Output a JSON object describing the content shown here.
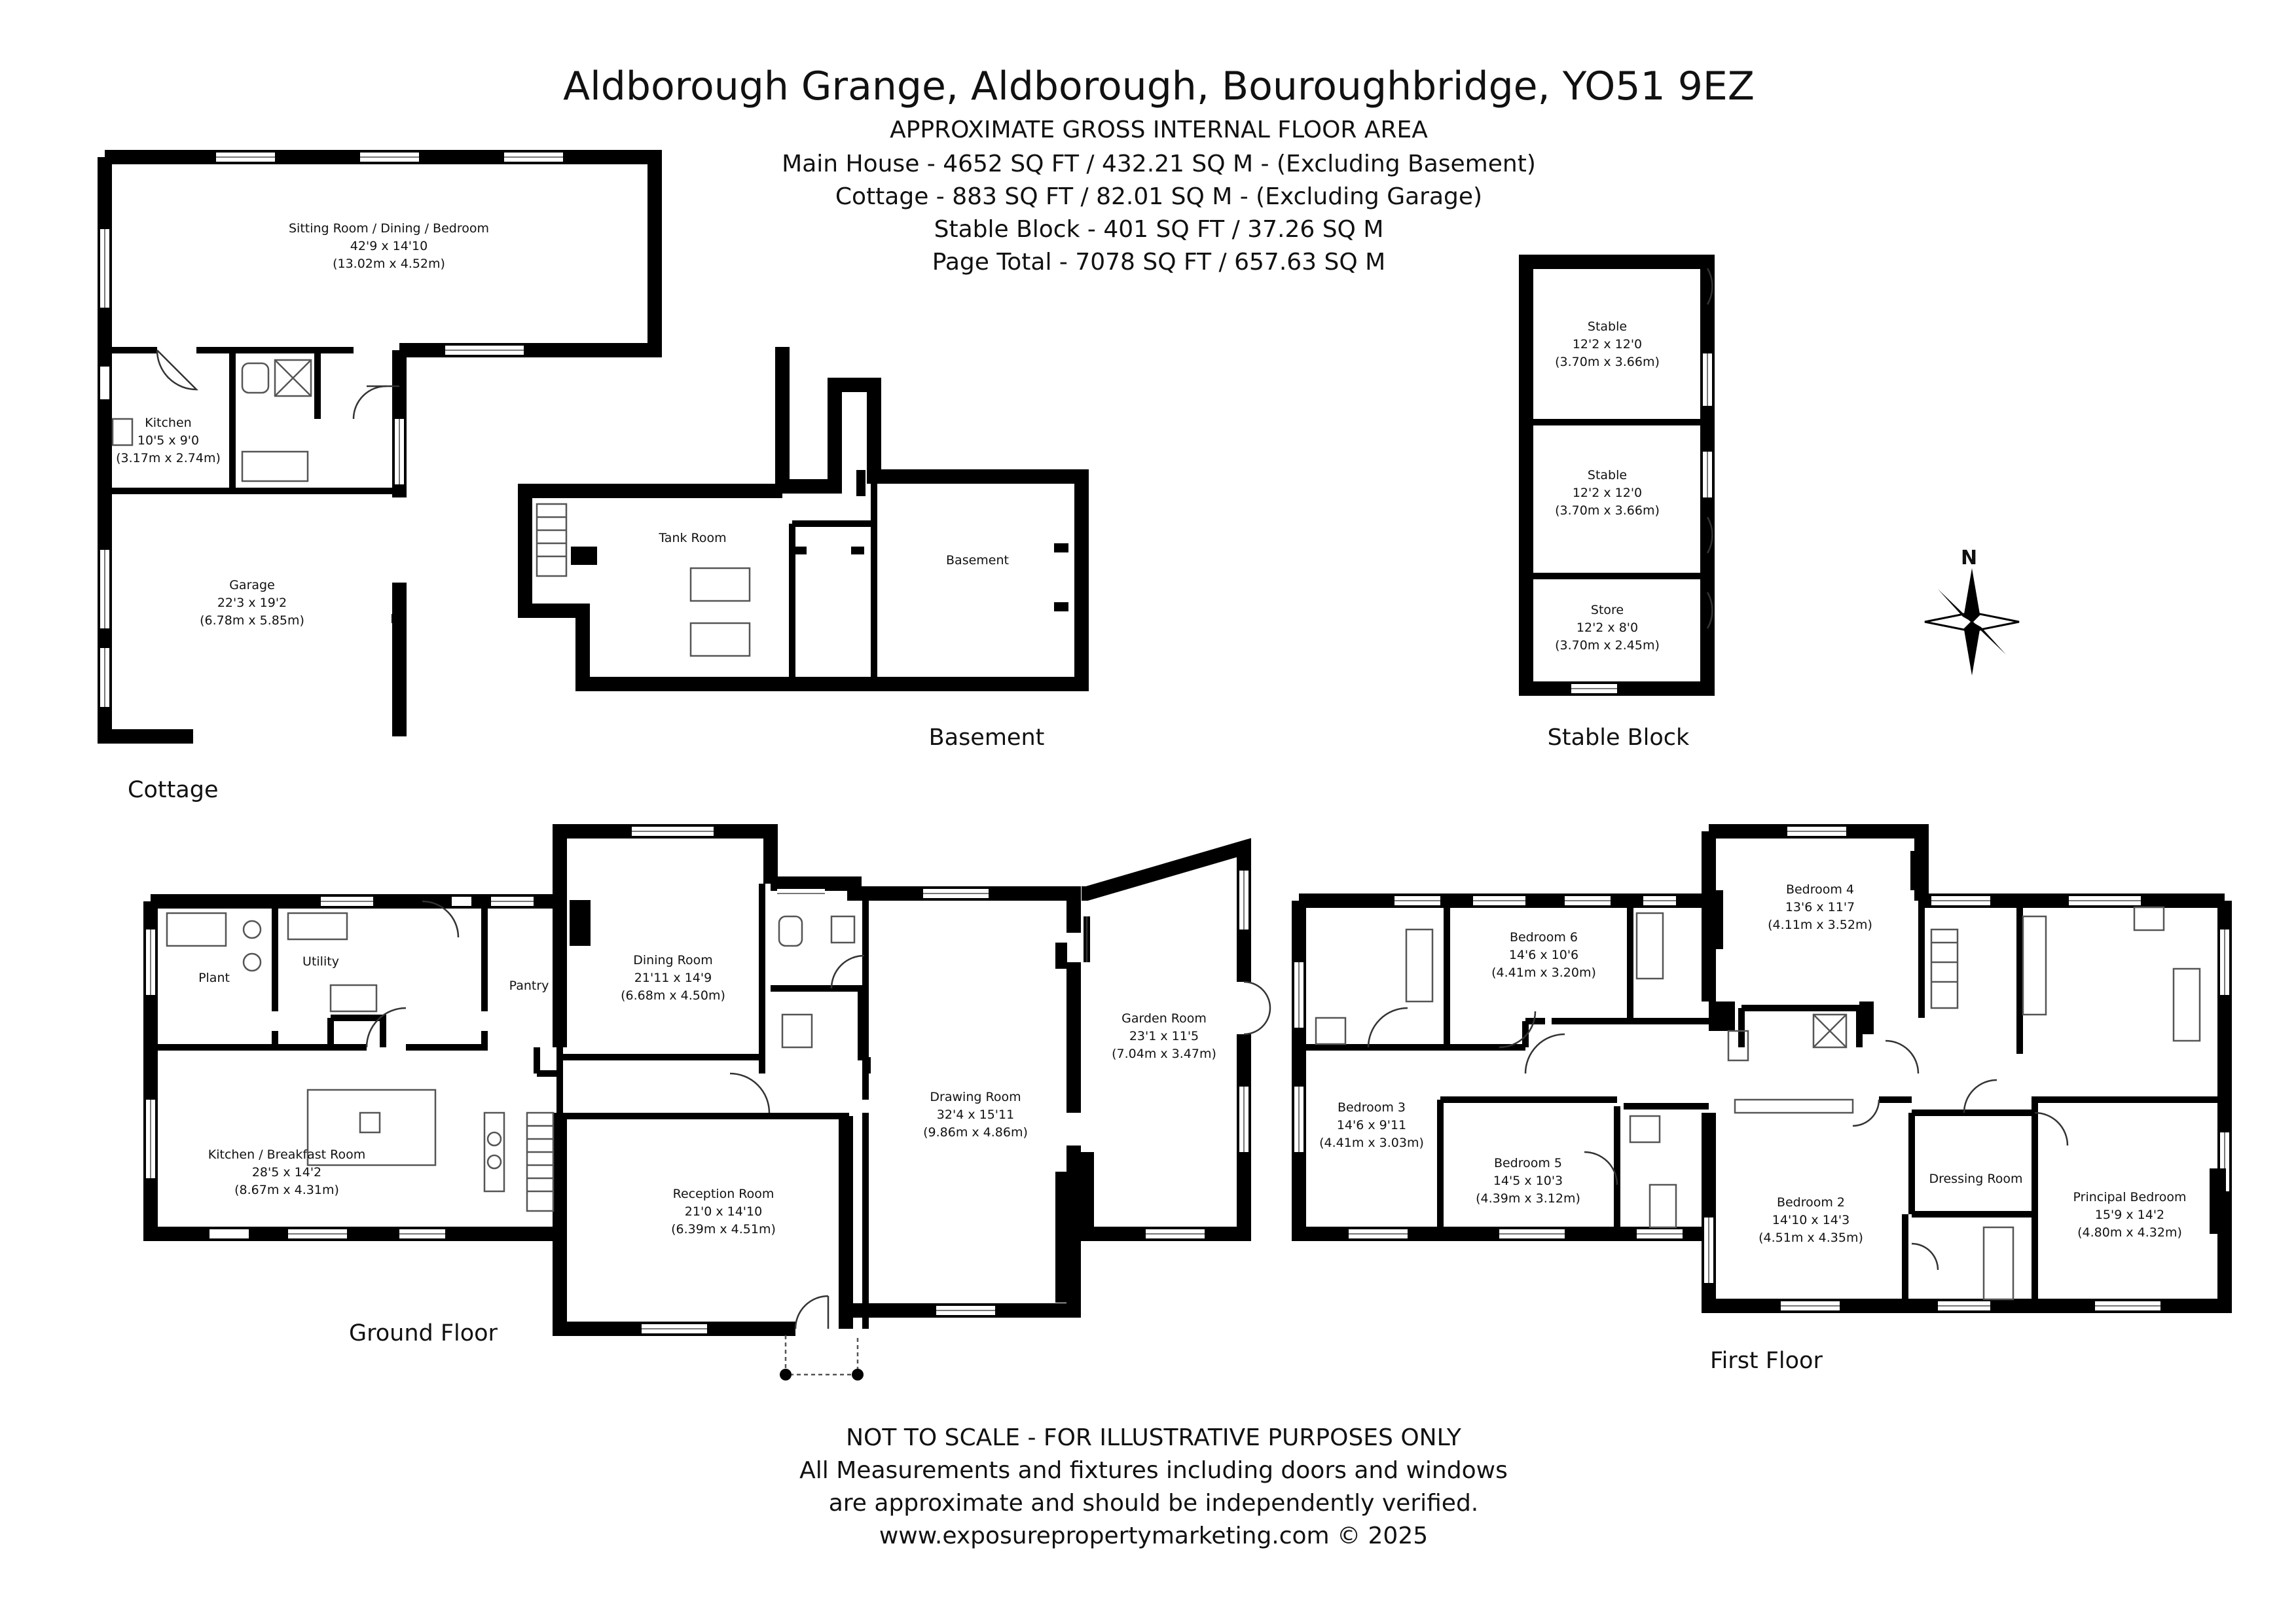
{
  "header": {
    "title": "Aldborough Grange, Aldborough, Bouroughbridge, YO51 9EZ",
    "subtitle": "APPROXIMATE GROSS INTERNAL FLOOR AREA",
    "areas": [
      "Main House - 4652 SQ FT / 432.21 SQ M - (Excluding Basement)",
      "Cottage - 883 SQ FT / 82.01 SQ M - (Excluding Garage)",
      "Stable Block - 401 SQ FT / 37.26 SQ M",
      "Page Total - 7078 SQ FT / 657.63 SQ M"
    ]
  },
  "floors": {
    "cottage": "Cottage",
    "basement": "Basement",
    "stable_block": "Stable Block",
    "ground_floor": "Ground Floor",
    "first_floor": "First Floor"
  },
  "compass": {
    "north": "N"
  },
  "rooms": {
    "sitting_room": {
      "name": "Sitting Room / Dining / Bedroom",
      "imperial": "42'9 x 14'10",
      "metric": "(13.02m x 4.52m)"
    },
    "cottage_kitchen": {
      "name": "Kitchen",
      "imperial": "10'5 x 9'0",
      "metric": "(3.17m x 2.74m)"
    },
    "garage": {
      "name": "Garage",
      "imperial": "22'3 x 19'2",
      "metric": "(6.78m x 5.85m)"
    },
    "tank_room": {
      "name": "Tank Room"
    },
    "basement_room": {
      "name": "Basement"
    },
    "stable_1": {
      "name": "Stable",
      "imperial": "12'2 x 12'0",
      "metric": "(3.70m x 3.66m)"
    },
    "stable_2": {
      "name": "Stable",
      "imperial": "12'2 x 12'0",
      "metric": "(3.70m x 3.66m)"
    },
    "store": {
      "name": "Store",
      "imperial": "12'2 x 8'0",
      "metric": "(3.70m x 2.45m)"
    },
    "plant": {
      "name": "Plant"
    },
    "utility": {
      "name": "Utility"
    },
    "pantry": {
      "name": "Pantry"
    },
    "dining_room": {
      "name": "Dining Room",
      "imperial": "21'11 x 14'9",
      "metric": "(6.68m x 4.50m)"
    },
    "kitchen_breakfast": {
      "name": "Kitchen / Breakfast Room",
      "imperial": "28'5 x 14'2",
      "metric": "(8.67m x 4.31m)"
    },
    "reception_room": {
      "name": "Reception Room",
      "imperial": "21'0 x 14'10",
      "metric": "(6.39m x 4.51m)"
    },
    "drawing_room": {
      "name": "Drawing Room",
      "imperial": "32'4 x 15'11",
      "metric": "(9.86m x 4.86m)"
    },
    "garden_room": {
      "name": "Garden Room",
      "imperial": "23'1 x 11'5",
      "metric": "(7.04m x 3.47m)"
    },
    "bedroom_6": {
      "name": "Bedroom 6",
      "imperial": "14'6 x 10'6",
      "metric": "(4.41m x 3.20m)"
    },
    "bedroom_4": {
      "name": "Bedroom 4",
      "imperial": "13'6 x 11'7",
      "metric": "(4.11m x 3.52m)"
    },
    "bedroom_3": {
      "name": "Bedroom 3",
      "imperial": "14'6 x 9'11",
      "metric": "(4.41m x 3.03m)"
    },
    "bedroom_5": {
      "name": "Bedroom 5",
      "imperial": "14'5 x 10'3",
      "metric": "(4.39m x 3.12m)"
    },
    "bedroom_2": {
      "name": "Bedroom 2",
      "imperial": "14'10 x 14'3",
      "metric": "(4.51m x 4.35m)"
    },
    "dressing_room": {
      "name": "Dressing Room"
    },
    "principal_bedroom": {
      "name": "Principal Bedroom",
      "imperial": "15'9 x 14'2",
      "metric": "(4.80m x 4.32m)"
    }
  },
  "footer": {
    "lines": [
      "NOT TO SCALE - FOR ILLUSTRATIVE PURPOSES ONLY",
      "All Measurements and fixtures including doors and windows",
      "are approximate and should be independently verified.",
      "www.exposurepropertymarketing.com © 2025"
    ]
  }
}
